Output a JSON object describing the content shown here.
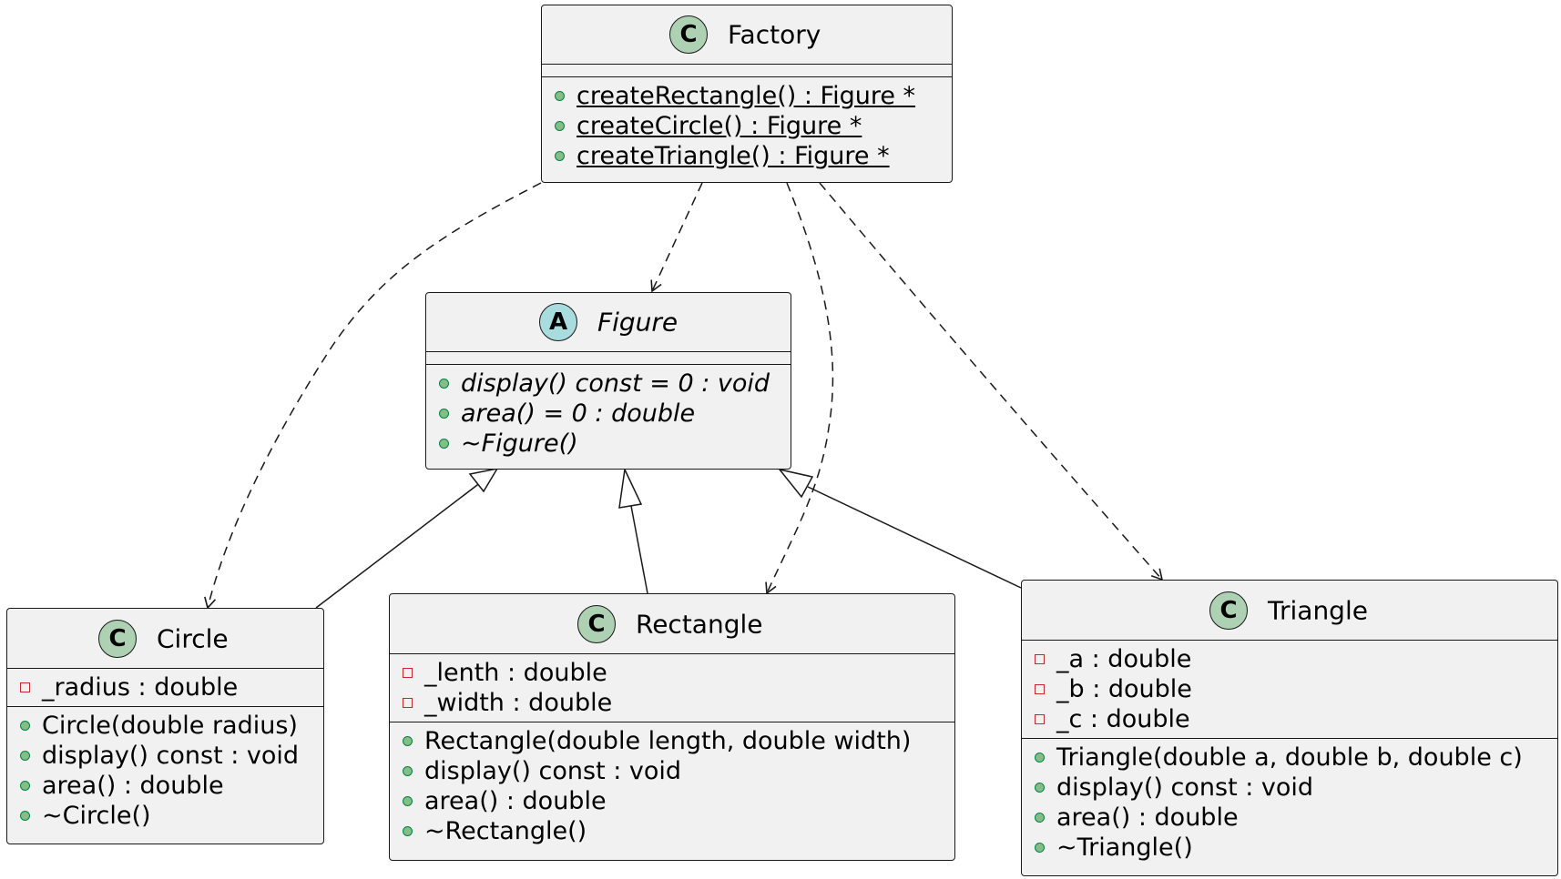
{
  "factory": {
    "name": "Factory",
    "badge": "C",
    "methods": [
      {
        "vis": "public",
        "text": "createRectangle() : Figure *",
        "static": true
      },
      {
        "vis": "public",
        "text": "createCircle() : Figure *",
        "static": true
      },
      {
        "vis": "public",
        "text": "createTriangle() : Figure *",
        "static": true
      }
    ]
  },
  "figure": {
    "name": "Figure",
    "badge": "A",
    "methods": [
      {
        "vis": "public",
        "text": "display() const = 0 : void",
        "abstract": true
      },
      {
        "vis": "public",
        "text": "area() = 0 : double",
        "abstract": true
      },
      {
        "vis": "public",
        "text": "~Figure()",
        "abstract": true
      }
    ]
  },
  "circle": {
    "name": "Circle",
    "badge": "C",
    "fields": [
      {
        "vis": "private",
        "text": "_radius : double"
      }
    ],
    "methods": [
      {
        "vis": "public",
        "text": "Circle(double radius)"
      },
      {
        "vis": "public",
        "text": "display() const : void"
      },
      {
        "vis": "public",
        "text": "area() : double"
      },
      {
        "vis": "public",
        "text": "~Circle()"
      }
    ]
  },
  "rectangle": {
    "name": "Rectangle",
    "badge": "C",
    "fields": [
      {
        "vis": "private",
        "text": "_lenth : double"
      },
      {
        "vis": "private",
        "text": "_width : double"
      }
    ],
    "methods": [
      {
        "vis": "public",
        "text": "Rectangle(double length, double width)"
      },
      {
        "vis": "public",
        "text": "display() const : void"
      },
      {
        "vis": "public",
        "text": "area() : double"
      },
      {
        "vis": "public",
        "text": "~Rectangle()"
      }
    ]
  },
  "triangle": {
    "name": "Triangle",
    "badge": "C",
    "fields": [
      {
        "vis": "private",
        "text": "_a : double"
      },
      {
        "vis": "private",
        "text": "_b : double"
      },
      {
        "vis": "private",
        "text": "_c : double"
      }
    ],
    "methods": [
      {
        "vis": "public",
        "text": "Triangle(double a, double b, double c)"
      },
      {
        "vis": "public",
        "text": "display() const : void"
      },
      {
        "vis": "public",
        "text": "area() : double"
      },
      {
        "vis": "public",
        "text": "~Triangle()"
      }
    ]
  },
  "relations": [
    {
      "from": "Factory",
      "to": "Figure",
      "kind": "dependency"
    },
    {
      "from": "Factory",
      "to": "Circle",
      "kind": "dependency"
    },
    {
      "from": "Factory",
      "to": "Rectangle",
      "kind": "dependency"
    },
    {
      "from": "Factory",
      "to": "Triangle",
      "kind": "dependency"
    },
    {
      "from": "Circle",
      "to": "Figure",
      "kind": "inheritance"
    },
    {
      "from": "Rectangle",
      "to": "Figure",
      "kind": "inheritance"
    },
    {
      "from": "Triangle",
      "to": "Figure",
      "kind": "inheritance"
    }
  ]
}
